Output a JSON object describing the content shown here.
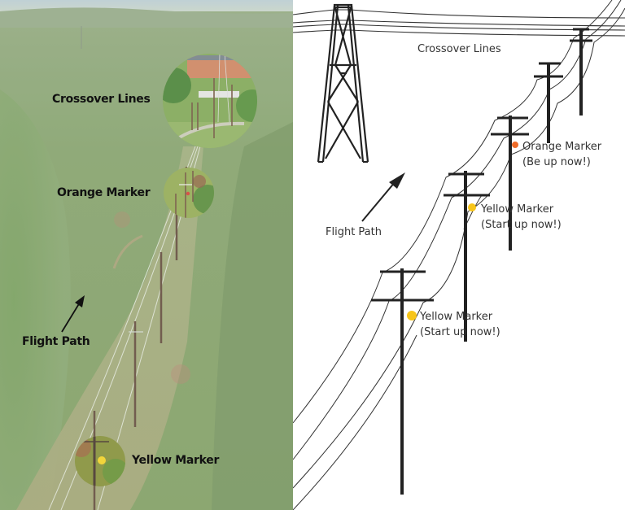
{
  "photo": {
    "labels": {
      "crossover": "Crossover Lines",
      "orange": "Orange Marker",
      "flight_path": "Flight Path",
      "yellow": "Yellow Marker"
    }
  },
  "diagram": {
    "labels": {
      "crossover": "Crossover Lines",
      "flight_path": "Flight Path",
      "orange_title": "Orange Marker",
      "orange_note": "(Be up now!)",
      "yellow_upper_title": "Yellow Marker",
      "yellow_upper_note": "(Start up now!)",
      "yellow_lower_title": "Yellow Marker",
      "yellow_lower_note": "(Start up now!)"
    }
  },
  "colors": {
    "orange_marker": "#EE6A28",
    "yellow_marker": "#F7C51A",
    "line": "#222222",
    "text": "#333333"
  }
}
